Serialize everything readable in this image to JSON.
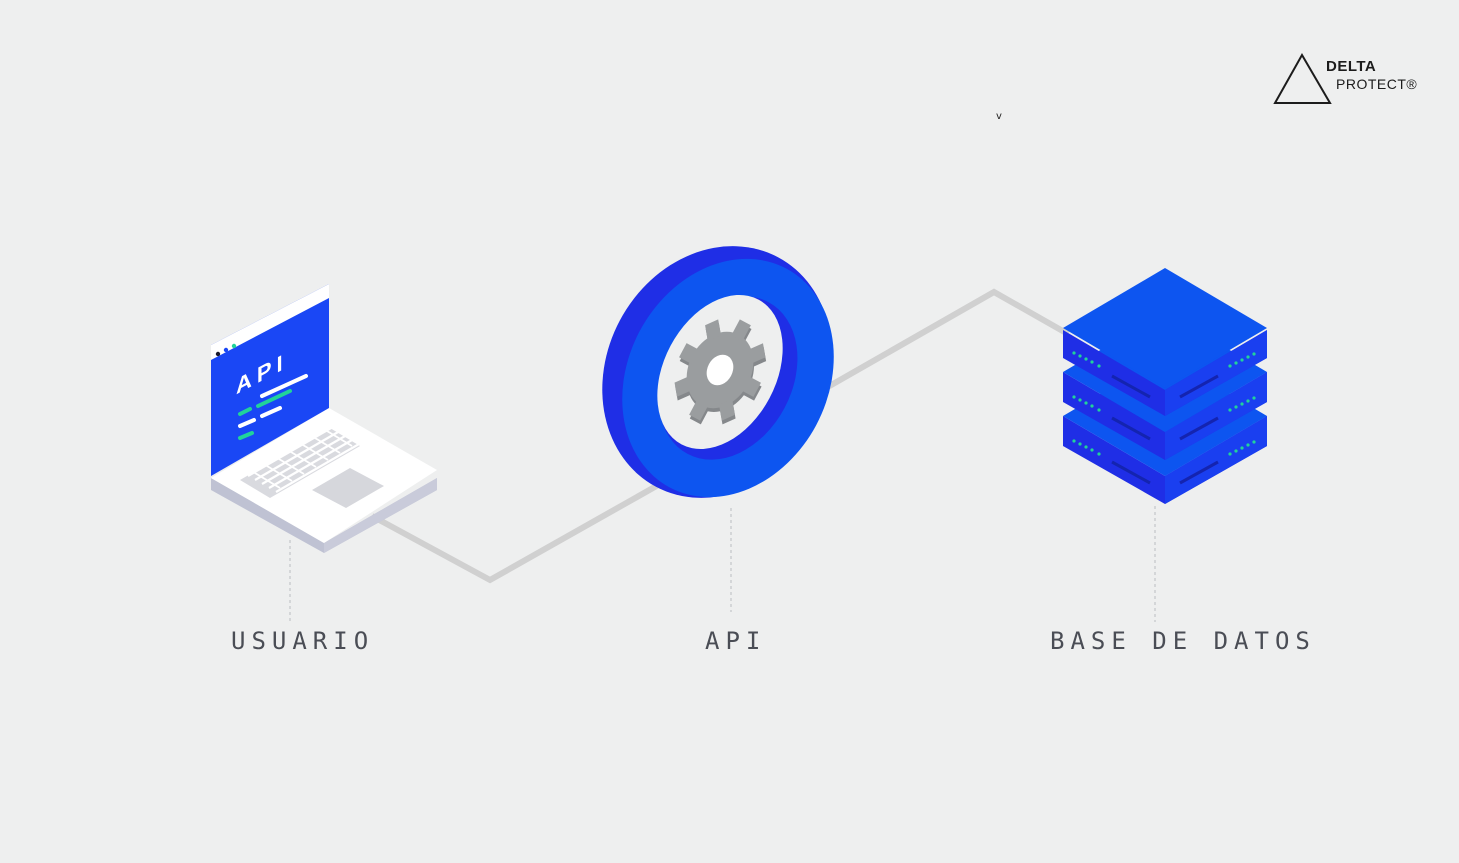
{
  "brand": {
    "line1": "DELTA",
    "line2": "PROTECT®"
  },
  "stray_mark": "v",
  "nodes": [
    {
      "id": "usuario",
      "label": "USUARIO",
      "icon": "laptop-icon",
      "screen_text": "API"
    },
    {
      "id": "api",
      "label": "API",
      "icon": "gear-ring-icon"
    },
    {
      "id": "base-de-datos",
      "label": "BASE DE DATOS",
      "icon": "server-stack-icon"
    }
  ],
  "edges": [
    {
      "from": "usuario",
      "to": "api"
    },
    {
      "from": "api",
      "to": "base-de-datos"
    }
  ],
  "colors": {
    "background": "#eeefef",
    "primary_blue": "#0d55f0",
    "dark_blue": "#1f2ee6",
    "accent_green": "#21d39a",
    "connector_gray": "#d0d0d0",
    "label_gray": "#4a4d55",
    "gear_gray": "#9a9d9f"
  }
}
